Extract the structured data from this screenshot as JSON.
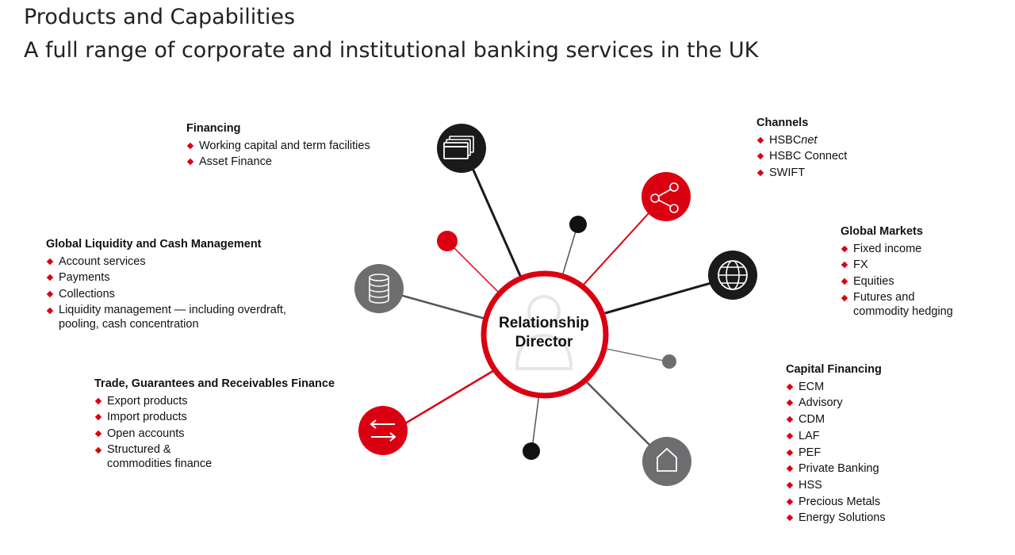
{
  "header": {
    "title": "Products and Capabilities",
    "subtitle": "A full range of corporate and institutional banking services in the UK"
  },
  "center": {
    "line1": "Relationship",
    "line2": "Director"
  },
  "colors": {
    "accent_red": "#db0011",
    "dark": "#1a1a1a",
    "grey": "#6e6e70"
  },
  "groups": {
    "financing": {
      "title": "Financing",
      "items": [
        "Working capital and term facilities",
        "Asset Finance"
      ]
    },
    "channels": {
      "title": "Channels",
      "items": [
        "HSBC",
        "net",
        "HSBC Connect",
        "SWIFT"
      ]
    },
    "liquidity": {
      "title": "Global Liquidity and Cash Management",
      "items": [
        "Account services",
        "Payments",
        "Collections",
        "Liquidity management — including overdraft,",
        "pooling, cash concentration"
      ]
    },
    "markets": {
      "title": "Global Markets",
      "items": [
        "Fixed income",
        "FX",
        "Equities",
        "Futures and",
        "commodity hedging"
      ]
    },
    "trade": {
      "title": "Trade, Guarantees and Receivables Finance",
      "items": [
        "Export products",
        "Import products",
        "Open accounts",
        "Structured &",
        "commodities finance"
      ]
    },
    "capital": {
      "title": "Capital Financing",
      "items": [
        "ECM",
        "Advisory",
        "CDM",
        "LAF",
        "PEF",
        "Private Banking",
        "HSS",
        "Precious Metals",
        "Energy Solutions"
      ]
    }
  },
  "icons": {
    "financing": "credit-cards-icon",
    "channels": "share-icon",
    "markets": "globe-icon",
    "liquidity": "coin-stack-icon",
    "trade": "exchange-arrows-icon",
    "capital": "house-icon"
  }
}
